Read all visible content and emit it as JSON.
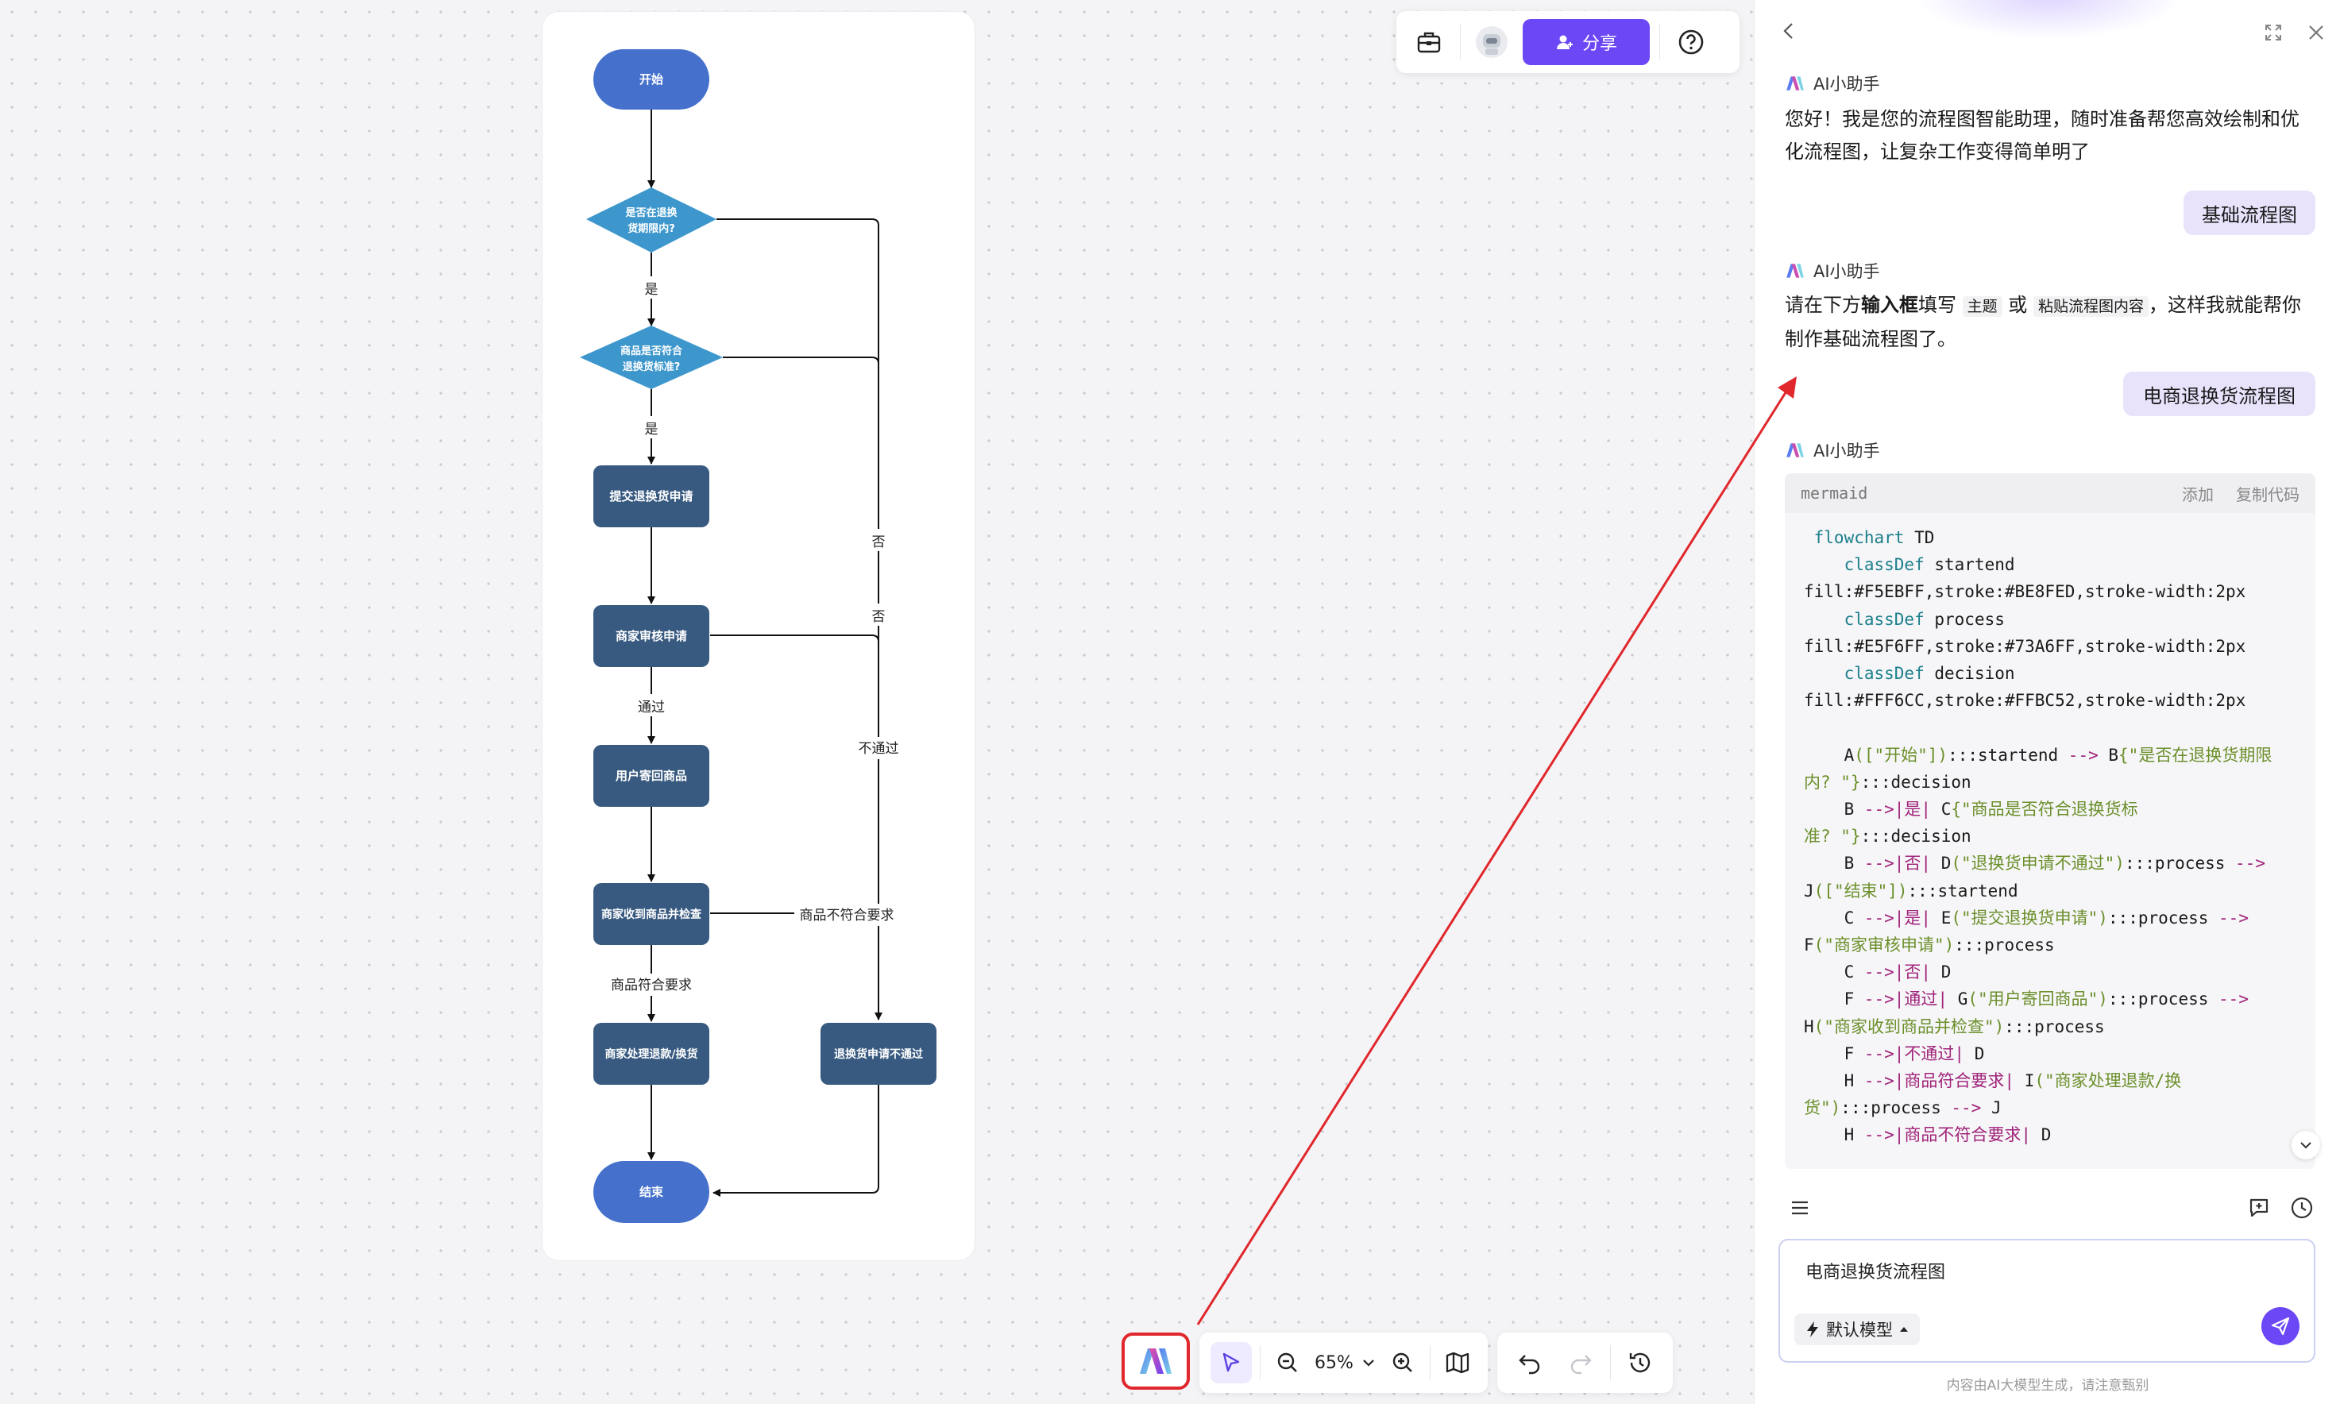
{
  "flowchart": {
    "nodes": {
      "start": "开始",
      "decision1_line1": "是否在退换",
      "decision1_line2": "货期限内?",
      "decision2_line1": "商品是否符合",
      "decision2_line2": "退换货标准?",
      "submit": "提交退换货申请",
      "review": "商家审核申请",
      "ship_back": "用户寄回商品",
      "inspect": "商家收到商品并检查",
      "refund": "商家处理退款/换货",
      "rejected": "退换货申请不通过",
      "end": "结束"
    },
    "edge_labels": {
      "yes1": "是",
      "yes2": "是",
      "no1": "否",
      "no2": "否",
      "pass": "通过",
      "not_pass": "不通过",
      "meets": "商品符合要求",
      "not_meets": "商品不符合要求"
    },
    "colors": {
      "start_end": "#4571cc",
      "decision": "#3e97cc",
      "process": "#385a80"
    }
  },
  "top_toolbar": {
    "share_label": "分享"
  },
  "bottom_toolbar": {
    "zoom": "65%"
  },
  "panel": {
    "assistant_name": "AI小助手",
    "msg1": "您好！我是您的流程图智能助理，随时准备帮您高效绘制和优化流程图，让复杂工作变得简单明了",
    "user1": "基础流程图",
    "msg2_a": "请在下方",
    "msg2_bold": "输入框",
    "msg2_b": "填写",
    "msg2_chip1": "主题",
    "msg2_c": "或",
    "msg2_chip2": "粘贴流程图内容",
    "msg2_d": "，这样我就能帮你制作基础流程图了。",
    "user2": "电商退换货流程图",
    "code": {
      "lang": "mermaid",
      "add_label": "添加",
      "copy_label": "复制代码"
    },
    "input": {
      "value": "电商退换货流程图",
      "model": "默认模型"
    },
    "disclaimer": "内容由AI大模型生成，请注意甄别"
  }
}
